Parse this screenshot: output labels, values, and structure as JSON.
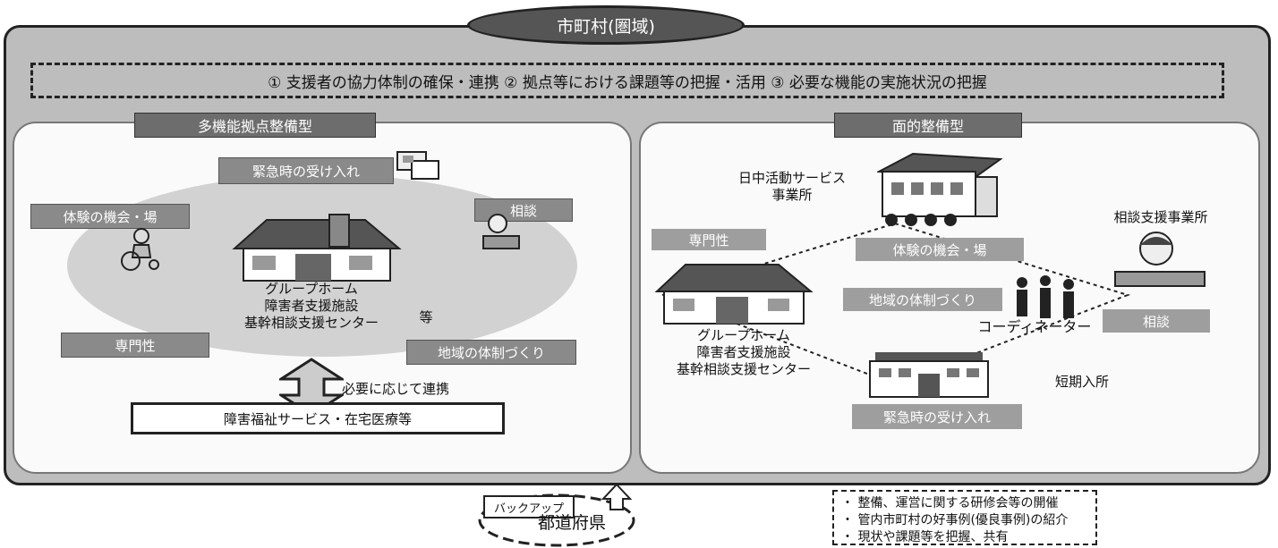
{
  "title": "市町村(圏域)",
  "banner": "① 支援者の協力体制の確保・連携 ② 拠点等における課題等の把握・活用 ③ 必要な機能の実施状況の把握",
  "left": {
    "header": "多機能拠点整備型",
    "emergency": "緊急時の受け入れ",
    "experience": "体験の機会・場",
    "consult": "相談",
    "specialty": "専門性",
    "community": "地域の体制づくり",
    "facility_lines": [
      "グループホーム",
      "障害者支援施設",
      "基幹相談支援センター"
    ],
    "etc": "等",
    "link_text": "必要に応じて連携",
    "bottom_box": "障害福祉サービス・在宅医療等"
  },
  "right": {
    "header": "面的整備型",
    "day_service": [
      "日中活動サービス",
      "事業所"
    ],
    "consult_office": "相談支援事業所",
    "specialty": "専門性",
    "experience": "体験の機会・場",
    "community": "地域の体制づくり",
    "coordinator": "コーディネーター",
    "consult": "相談",
    "facility_lines": [
      "グループホーム",
      "障害者支援施設",
      "基幹相談支援センター"
    ],
    "short_stay": "短期入所",
    "emergency": "緊急時の受け入れ"
  },
  "backup": "バックアップ",
  "prefecture": "都道府県",
  "info": [
    "・ 整備、運営に関する研修会等の開催",
    "・ 管内市町村の好事例(優良事例)の紹介",
    "・ 現状や課題等を把握、共有"
  ]
}
